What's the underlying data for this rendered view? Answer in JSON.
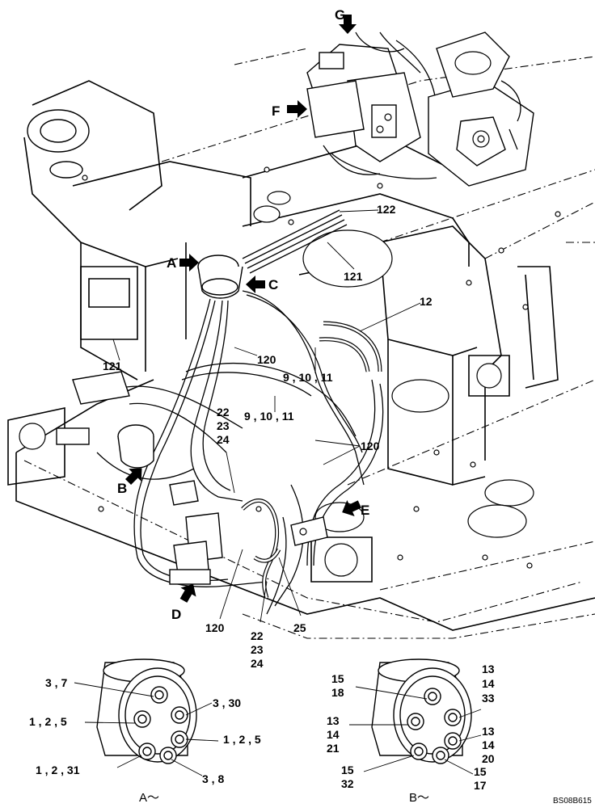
{
  "drawing": {
    "code": "BS08B615",
    "view_markers": [
      "A",
      "B",
      "C",
      "D",
      "E",
      "F",
      "G"
    ],
    "callouts": {
      "c122": "122",
      "c121a": "121",
      "c121b": "121",
      "c12": "12",
      "c120a": "120",
      "c120b": "120",
      "c120c": "120",
      "c9_10_11a": "9 , 10 , 11",
      "c9_10_11b": "9 , 10 , 11",
      "c22a": "22",
      "c23a": "23",
      "c24a": "24",
      "c22b": "22",
      "c23b": "23",
      "c24b": "24",
      "c25": "25"
    },
    "detail_a": {
      "caption": "A～",
      "labels": {
        "l1": "3 , 7",
        "l2": "3 , 30",
        "l3": "1 , 2 , 5",
        "l4": "1 , 2 , 5",
        "l5": "1 , 2 , 31",
        "l6": "3 , 8"
      }
    },
    "detail_b": {
      "caption": "B～",
      "labels": {
        "l1a": "15",
        "l1b": "18",
        "l2a": "13",
        "l2b": "14",
        "l2c": "33",
        "l3a": "13",
        "l3b": "14",
        "l3c": "21",
        "l4a": "13",
        "l4b": "14",
        "l4c": "20",
        "l5a": "15",
        "l5b": "32",
        "l6a": "15",
        "l6b": "17"
      }
    }
  }
}
